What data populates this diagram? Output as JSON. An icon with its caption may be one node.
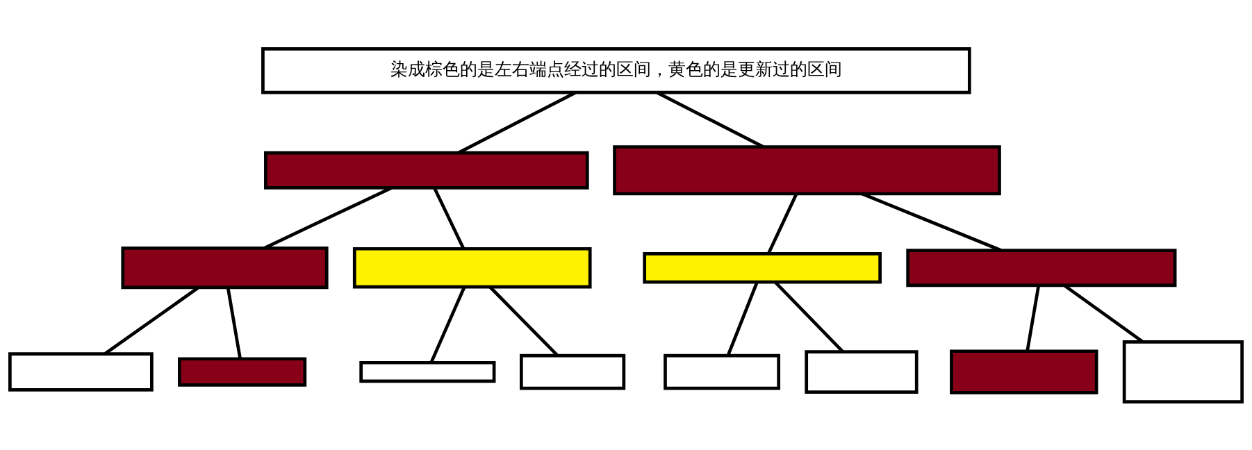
{
  "diagram": {
    "nodes": [
      {
        "text": [
          "染成棕色的是左右端点经过的区间，黄色的是更新过的区间"
        ]
      },
      {
        "text": [],
        "shape": "box"
      },
      {
        "text": [],
        "shape": "box"
      },
      {
        "text": [],
        "shape": "box"
      },
      {
        "text": [],
        "shape": "box"
      },
      {
        "text": [],
        "shape": "box"
      },
      {
        "text": [],
        "shape": "box"
      },
      {
        "text": [],
        "shape": "box"
      },
      {
        "text": [],
        "shape": "box"
      },
      {
        "text": [],
        "shape": "box"
      },
      {
        "text": [],
        "shape": "box"
      },
      {
        "text": [],
        "shape": "box"
      },
      {
        "text": [],
        "shape": "box"
      },
      {
        "text": [],
        "shape": "box"
      },
      {
        "text": [],
        "shape": "box"
      }
    ],
    "edges": [
      {
        "from": 0,
        "to": 1,
        "arrow": "none"
      },
      {
        "from": 0,
        "to": 2,
        "arrow": "none"
      },
      {
        "from": 1,
        "to": 3,
        "arrow": "none"
      },
      {
        "from": 1,
        "to": 4,
        "arrow": "none"
      },
      {
        "from": 2,
        "to": 5,
        "arrow": "none"
      },
      {
        "from": 2,
        "to": 6,
        "arrow": "none"
      },
      {
        "from": 3,
        "to": 7,
        "arrow": "none"
      },
      {
        "from": 3,
        "to": 8,
        "arrow": "none"
      },
      {
        "from": 4,
        "to": 9,
        "arrow": "none"
      },
      {
        "from": 4,
        "to": 10,
        "arrow": "none"
      },
      {
        "from": 5,
        "to": 11,
        "arrow": "none"
      },
      {
        "from": 5,
        "to": 12,
        "arrow": "none"
      },
      {
        "from": 6,
        "to": 13,
        "arrow": "none"
      },
      {
        "from": 6,
        "to": 14,
        "arrow": "none"
      }
    ]
  }
}
